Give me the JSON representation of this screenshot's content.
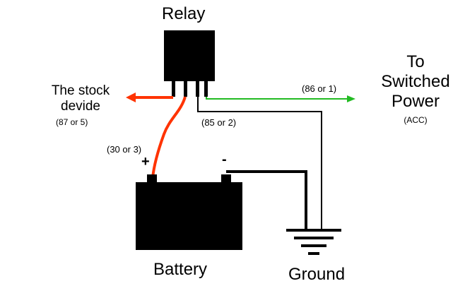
{
  "colors": {
    "stock_wire": "#ff3300",
    "accessory_wire": "#22bb22",
    "body": "#000000",
    "background": "#ffffff"
  },
  "relay": {
    "label": "Relay"
  },
  "stock": {
    "label_line1": "The stock",
    "label_line2": "devide",
    "pins": "(87 or 5)"
  },
  "switched": {
    "line1": "To",
    "line2": "Switched",
    "line3": "Power",
    "sub": "(ACC)"
  },
  "pins": {
    "accessory": "(86 or 1)",
    "ground_pin": "(85 or 2)",
    "battery_pin": "(30 or 3)"
  },
  "battery": {
    "label": "Battery",
    "plus": "+",
    "minus": "-"
  },
  "ground": {
    "label": "Ground"
  }
}
